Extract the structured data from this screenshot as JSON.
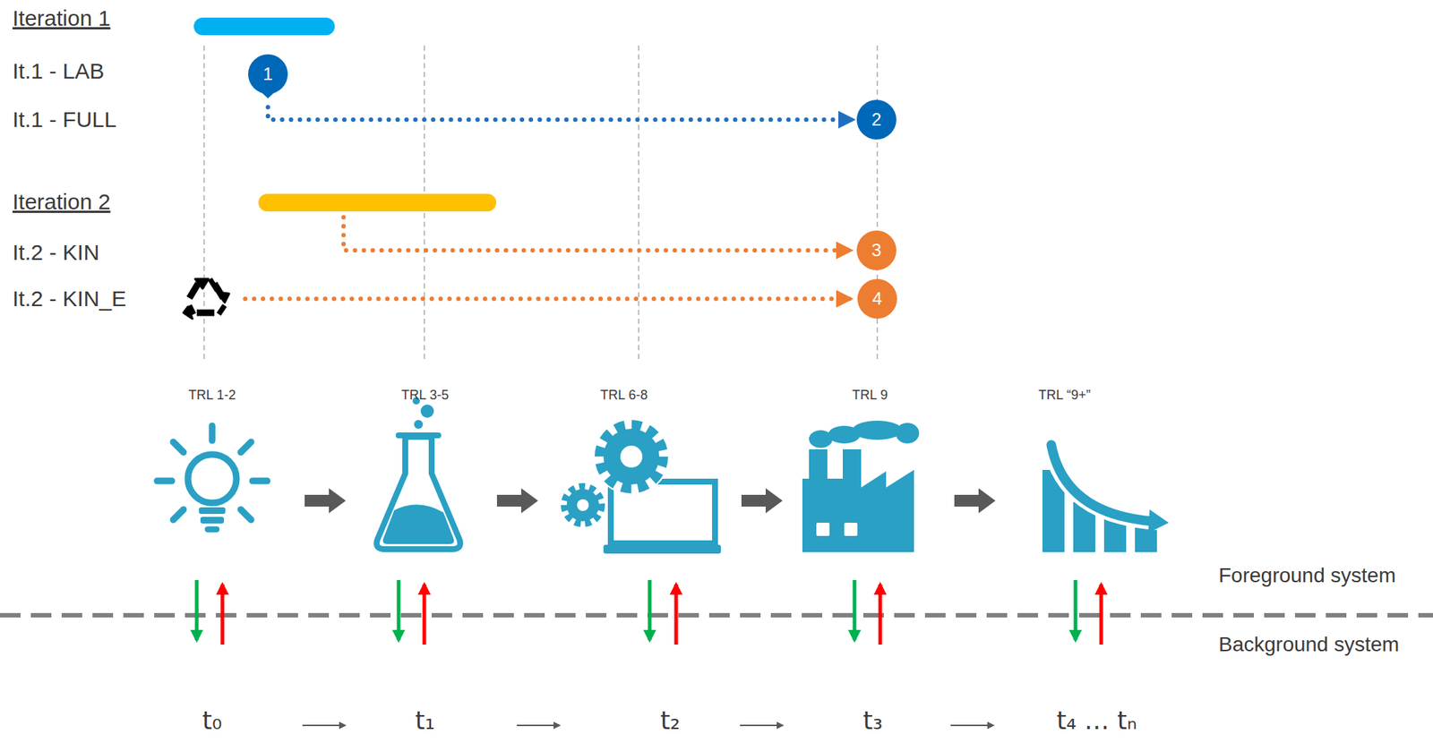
{
  "diagram": {
    "nodes": [
      {
        "text": [
          "1"
        ]
      },
      {
        "text": [
          "2"
        ]
      },
      {
        "text": [
          "3"
        ]
      },
      {
        "text": [
          "4"
        ]
      }
    ],
    "edges": [
      {
        "from": 0,
        "to": 1,
        "arrow": "to"
      }
    ],
    "labels": [
      "Iteration 1",
      "It.1 - LAB",
      "It.1 - FULL",
      "Iteration 2",
      "It.2 - KIN",
      "It.2 - KIN_E",
      "TRL 1-2",
      "TRL 3-5",
      "TRL 6-8",
      "TRL 9",
      "TRL “9+”",
      "Foreground system",
      "Background system",
      "t₀",
      "t₁",
      "t₂",
      "t₃",
      "t₄ … tₙ"
    ]
  }
}
